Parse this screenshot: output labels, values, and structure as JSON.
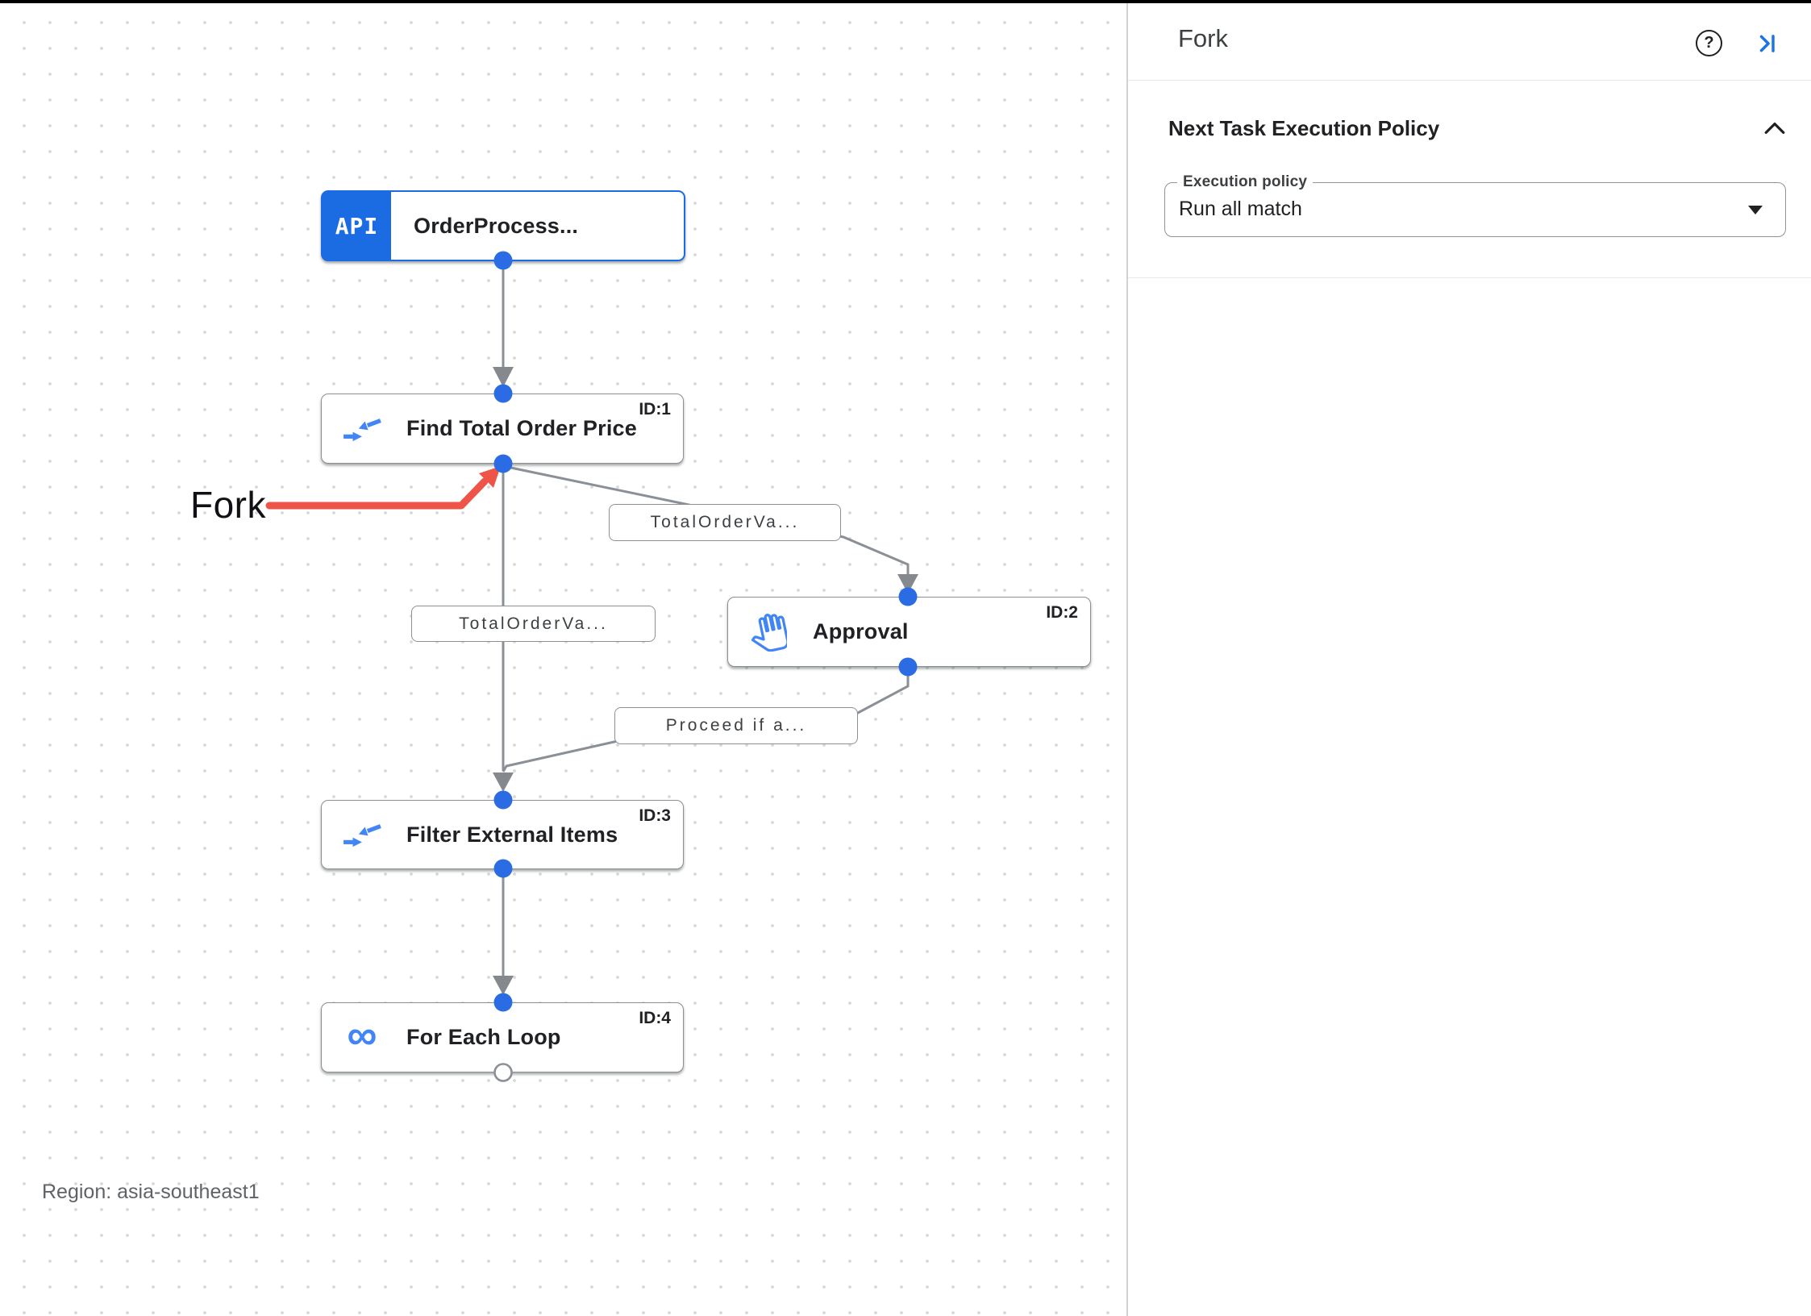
{
  "canvas": {
    "nodes": [
      {
        "badge": "API",
        "label": "OrderProcess...",
        "id_tag": ""
      },
      {
        "label": "Find Total Order Price",
        "id_tag": "ID:1"
      },
      {
        "label": "Approval",
        "id_tag": "ID:2"
      },
      {
        "label": "Filter External Items",
        "id_tag": "ID:3"
      },
      {
        "label": "For Each Loop",
        "id_tag": "ID:4"
      }
    ],
    "edge_labels": [
      "TotalOrderVa...",
      "TotalOrderVa...",
      "Proceed if a..."
    ],
    "annotation": {
      "label": "Fork"
    },
    "region_label": "Region: asia-southeast1"
  },
  "panel": {
    "title": "Fork",
    "section": {
      "heading": "Next Task Execution Policy",
      "field_label": "Execution policy",
      "field_value": "Run all match"
    }
  },
  "icons": {
    "help_glyph": "?",
    "infinity_glyph": "∞"
  },
  "colors": {
    "accent_blue": "#1a73e8",
    "icon_blue": "#4285f4",
    "edge_gray": "#8a9096",
    "dot_blue": "#2b6ce4",
    "annotation_red": "#EA4335",
    "node_border_gray": "#8a9096"
  }
}
